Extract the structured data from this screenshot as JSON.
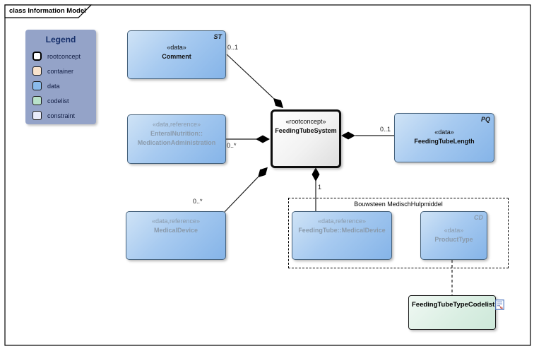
{
  "frame": {
    "tab_label": "class Information Model"
  },
  "legend": {
    "title": "Legend",
    "items": [
      {
        "label": "rootconcept",
        "color": "#ffffff"
      },
      {
        "label": "container",
        "color": "#f8e3cd"
      },
      {
        "label": "data",
        "color": "#8abbec"
      },
      {
        "label": "codelist",
        "color": "#b9e2ca"
      },
      {
        "label": "constraint",
        "color": "#e9ecfa"
      }
    ]
  },
  "nodes": {
    "comment": {
      "stereotype": "«data»",
      "name": "Comment",
      "tag": "ST"
    },
    "feeding_tube_system": {
      "stereotype": "«rootconcept»",
      "name": "FeedingTubeSystem"
    },
    "feeding_tube_length": {
      "stereotype": "«data»",
      "name": "FeedingTubeLength",
      "tag": "PQ"
    },
    "medication_administration": {
      "stereotype": "«data,reference»",
      "name_line1": "EnteralNutrition::",
      "name_line2": "MedicationAdministration"
    },
    "medical_device": {
      "stereotype": "«data,reference»",
      "name": "MedicalDevice"
    },
    "feeding_tube_medical_device": {
      "stereotype": "«data,reference»",
      "name": "FeedingTube::MedicalDevice"
    },
    "product_type": {
      "stereotype": "«data»",
      "name": "ProductType",
      "tag": "CD"
    },
    "feeding_tube_type_codelist": {
      "name": "FeedingTubeTypeCodelist"
    }
  },
  "container": {
    "label": "Bouwsteen MedischHulpmiddel"
  },
  "connectors": {
    "comment": {
      "multiplicity": "0..1"
    },
    "medication_administration": {
      "multiplicity": "0..*"
    },
    "medical_device": {
      "multiplicity": "0..*"
    },
    "feeding_tube_length": {
      "multiplicity": "0..1"
    },
    "feeding_tube_medical_device": {
      "multiplicity": "1"
    }
  },
  "colors": {
    "node_data_fill_top": "#cfe3f6",
    "node_data_fill_bottom": "#85b4e8",
    "node_data_border": "#46627c",
    "rootconcept_border": "#0d0d0d",
    "codelist_fill": "#d9eee2",
    "reference_text": "#8a9aab",
    "legend_background": "#94a3c8",
    "legend_title_text": "#17306b"
  }
}
